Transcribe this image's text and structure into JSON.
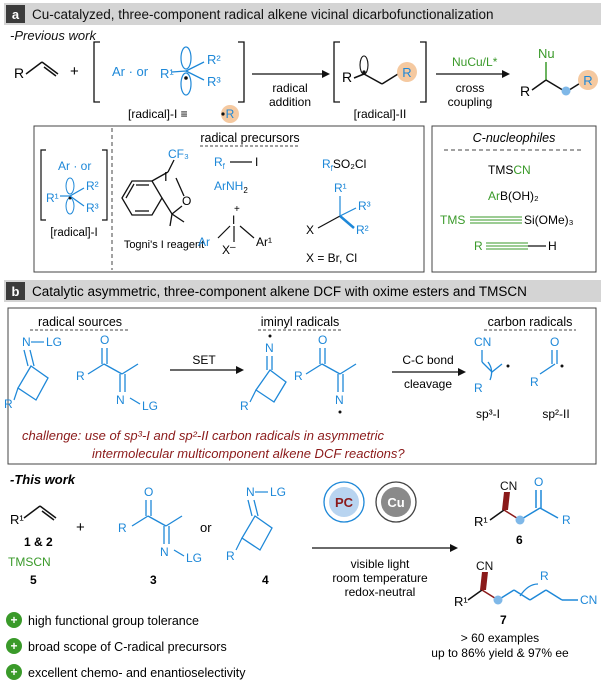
{
  "section_a": {
    "letter": "a",
    "title": "Cu-catalyzed, three-component radical alkene vicinal dicarbofunctionalization",
    "previous_work": "-Previous work",
    "R": "R",
    "plus": "+",
    "ar_or": "Ar · or",
    "R1": "R¹",
    "R2": "R²",
    "R3": "R³",
    "radical_I_label": "[radical]-I ≡",
    "radical_II_label": "[radical]-II",
    "step1_top": "radical",
    "step1_bottom": "addition",
    "nucu": "NuCu/L*",
    "step2_top": "cross",
    "step2_bottom": "coupling",
    "Nu": "Nu",
    "radical_I_box": "[radical]-I",
    "precursors_title": "radical precursors",
    "cf3": "CF₃",
    "I": "I",
    "O": "O",
    "togni": "Togni's I reagent",
    "rf_i_rf": "R",
    "rf_i_sub": "f",
    "rf_i_tail": "I",
    "rfso2cl_rf": "R",
    "rfso2cl_sub": "f",
    "rfso2cl_tail": "SO₂Cl",
    "arnh2": "ArNH",
    "arnh2_sub": "2",
    "iodonium_ar": "Ar",
    "iodonium_ar1": "Ar¹",
    "iodonium_x": "X",
    "iodonium_plus": "+",
    "iodonium_minus": "–",
    "X": "X",
    "x_eq": "X = Br, Cl",
    "nucleophiles_title": "C-nucleophiles",
    "tmscn_tms": "TMS",
    "tmscn_cn": "CN",
    "arb_ar": "Ar",
    "arb_tail": "B(OH)₂",
    "tms_alkyne_tms": "TMS",
    "tms_alkyne_tail": "Si(OMe)₃",
    "r_alkyne_r": "R",
    "r_alkyne_h": "H"
  },
  "section_b": {
    "letter": "b",
    "title": "Catalytic asymmetric, three-component alkene DCF with oxime esters and TMSCN",
    "radical_sources": "radical sources",
    "iminyl_radicals": "iminyl radicals",
    "carbon_radicals": "carbon radicals",
    "N": "N",
    "LG": "LG",
    "R": "R",
    "O": "O",
    "set": "SET",
    "cc1": "C-C bond",
    "cc2": "cleavage",
    "CN": "CN",
    "sp3_label": "sp³-I",
    "sp2_label": "sp²-II",
    "challenge_line1": "challenge: use of sp³-I and sp²-II carbon radicals in asymmetric",
    "challenge_line2": "intermolecular multicomponent alkene DCF reactions?"
  },
  "this_work": {
    "heading": "-This work",
    "R1": "R¹",
    "cmpd_12": "1 & 2",
    "tmscn": "TMSCN",
    "cmpd_5": "5",
    "cmpd_3": "3",
    "cmpd_4": "4",
    "or": "or",
    "plus": "+",
    "pc": "PC",
    "cu": "Cu",
    "cond1": "visible light",
    "cond2": "room temperature",
    "cond3": "redox-neutral",
    "cmpd_6": "6",
    "cmpd_7": "7",
    "examples": "> 60 examples",
    "yield": "up to 86% yield & 97% ee",
    "features": [
      "high functional group tolerance",
      "broad scope of C-radical precursors",
      "excellent chemo- and enantioselectivity"
    ],
    "bullet": "+"
  },
  "colors": {
    "blue": "#1e88d8",
    "green": "#3a9a2a",
    "orange": "#f5c9a0",
    "darkred": "#8b1a1a",
    "header": "#d4d4d4"
  }
}
